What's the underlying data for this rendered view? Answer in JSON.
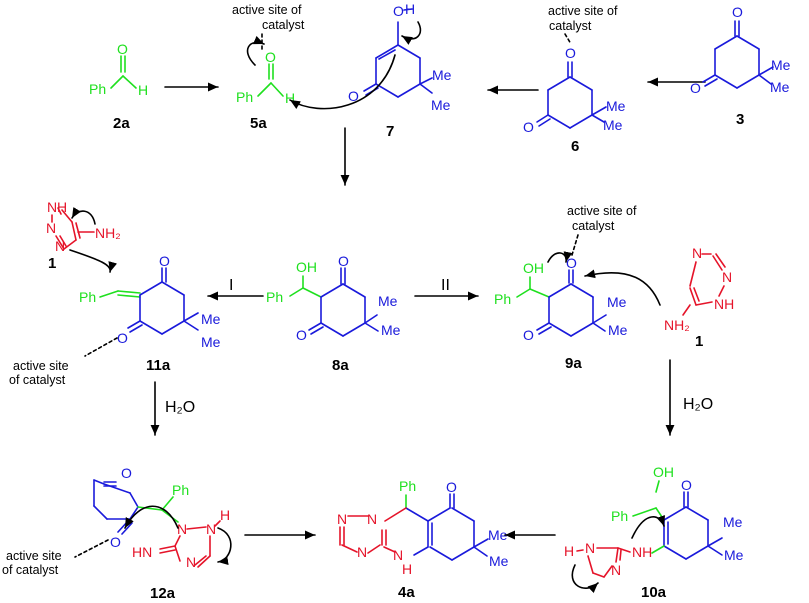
{
  "compounds": {
    "c2a": "2a",
    "c5a": "5a",
    "c7": "7",
    "c6": "6",
    "c3": "3",
    "c8a": "8a",
    "c9a": "9a",
    "c11a": "11a",
    "c12a": "12a",
    "c4a": "4a",
    "c10a": "10a",
    "c1_left": "1",
    "c1_right": "1"
  },
  "labels": {
    "catalyst_line1": "active site of",
    "catalyst_line2": "catalyst",
    "catalyst_alt_line1": "active site",
    "catalyst_alt_line2": "of catalyst",
    "path_I": "I",
    "path_II": "II",
    "water": "H₂O"
  },
  "atoms": {
    "Ph": "Ph",
    "H": "H",
    "O": "O",
    "OH": "OH",
    "Me": "Me",
    "N": "N",
    "NH": "NH",
    "H_N": "H",
    "NH2": "NH₂",
    "HN": "HN",
    "N_H": "N"
  },
  "colors": {
    "blue": "#1a1adb",
    "red": "#e5142a",
    "green": "#1fe01f",
    "black": "#000000"
  }
}
